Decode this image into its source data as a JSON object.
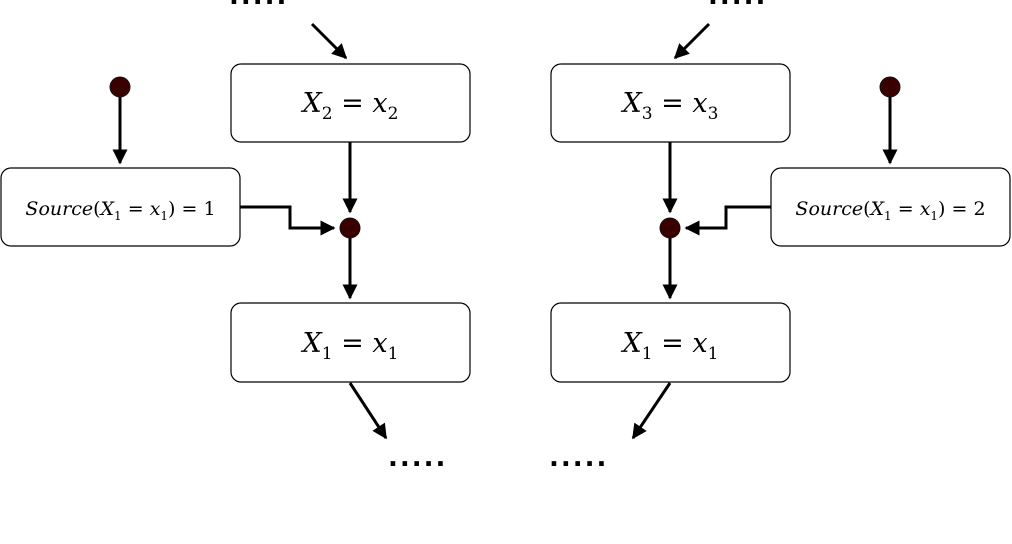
{
  "ellipsis_text": ".....",
  "left": {
    "top_box": {
      "var": "X",
      "var_sub": "2",
      "eq": " = ",
      "val": "x",
      "val_sub": "2"
    },
    "source_box": {
      "fn": "Source",
      "open": "(",
      "var": "X",
      "var_sub": "1",
      "eq": " = ",
      "val": "x",
      "val_sub": "1",
      "close": ")",
      "rhs": " = 1"
    },
    "bottom_box": {
      "var": "X",
      "var_sub": "1",
      "eq": " = ",
      "val": "x",
      "val_sub": "1"
    }
  },
  "right": {
    "top_box": {
      "var": "X",
      "var_sub": "3",
      "eq": " = ",
      "val": "x",
      "val_sub": "3"
    },
    "source_box": {
      "fn": "Source",
      "open": "(",
      "var": "X",
      "var_sub": "1",
      "eq": " = ",
      "val": "x",
      "val_sub": "1",
      "close": ")",
      "rhs": " = 2"
    },
    "bottom_box": {
      "var": "X",
      "var_sub": "1",
      "eq": " = ",
      "val": "x",
      "val_sub": "1"
    }
  },
  "colors": {
    "junction_dot": "#3a0000",
    "stroke": "#000000",
    "box_fill": "#ffffff"
  }
}
